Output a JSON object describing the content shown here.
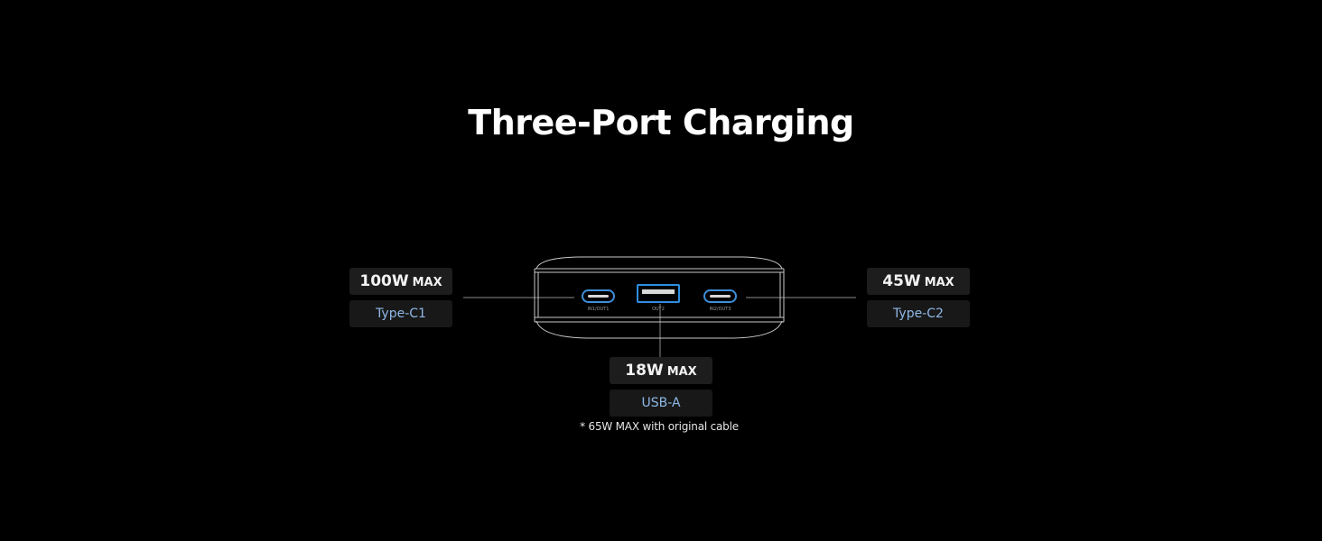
{
  "title": "Three-Port Charging",
  "ports": {
    "c1": {
      "power": "100W",
      "max": "MAX",
      "type": "Type-C1",
      "label": "IN1/OUT1"
    },
    "usb_a": {
      "power": "18W",
      "max": "MAX",
      "type": "USB-A",
      "label": "OUT2"
    },
    "c2": {
      "power": "45W",
      "max": "MAX",
      "type": "Type-C2",
      "label": "IN2/OUT3"
    }
  },
  "footnote": "* 65W MAX with original cable",
  "colors": {
    "background": "#000000",
    "box": "#1b1b1b",
    "type_text": "#8fb7e6",
    "usb_accent": "#2f8de0"
  }
}
